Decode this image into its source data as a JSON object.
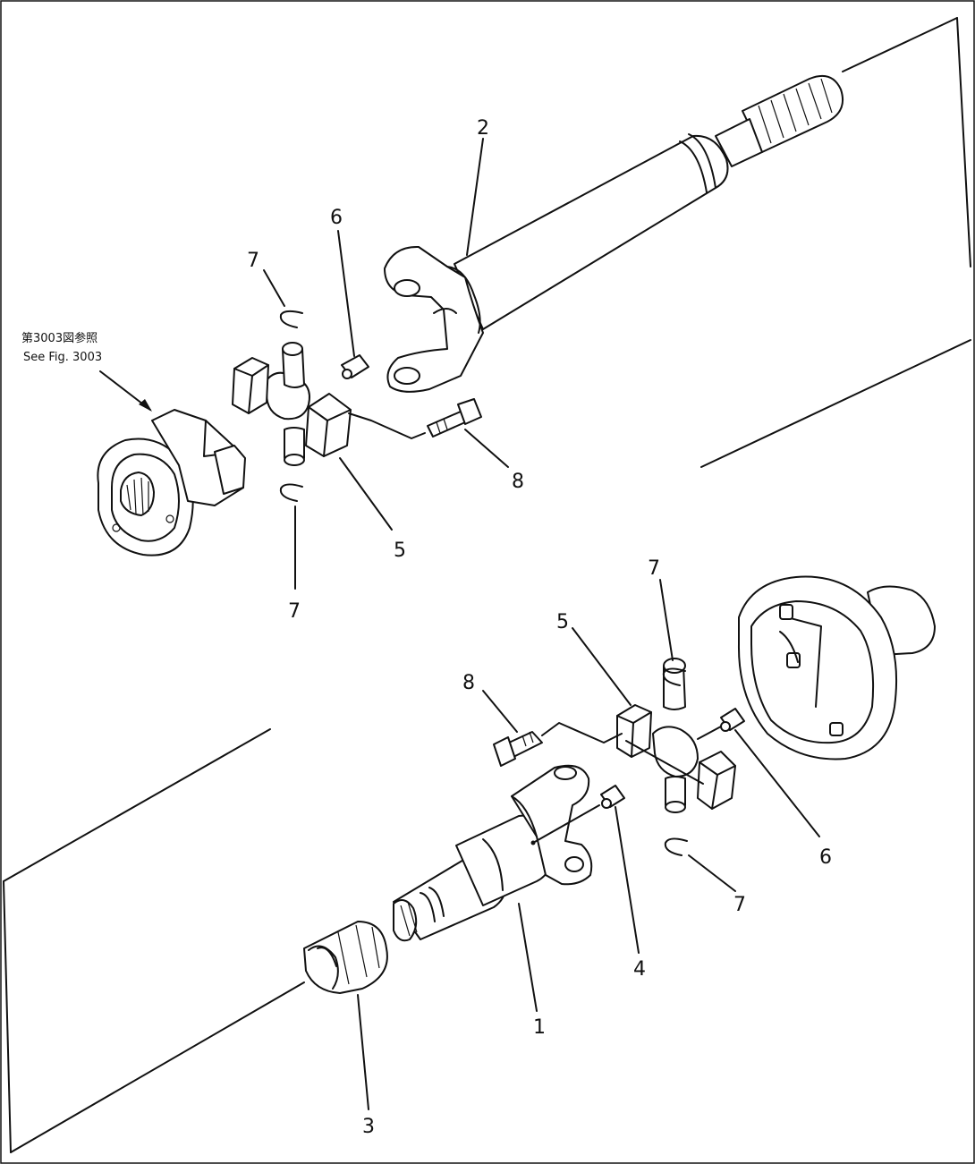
{
  "figure": {
    "reference_note": {
      "line1": "第3003図参照",
      "line2": "See Fig. 3003"
    },
    "callouts": [
      {
        "id": "callout-2-shaft",
        "text": "2"
      },
      {
        "id": "callout-6-upper",
        "text": "6"
      },
      {
        "id": "callout-7-upper-top",
        "text": "7"
      },
      {
        "id": "callout-8-upper",
        "text": "8"
      },
      {
        "id": "callout-5-upper",
        "text": "5"
      },
      {
        "id": "callout-7-upper-bottom",
        "text": "7"
      },
      {
        "id": "callout-7-lower-top",
        "text": "7"
      },
      {
        "id": "callout-5-lower",
        "text": "5"
      },
      {
        "id": "callout-8-lower",
        "text": "8"
      },
      {
        "id": "callout-6-lower",
        "text": "6"
      },
      {
        "id": "callout-4",
        "text": "4"
      },
      {
        "id": "callout-7-lower-bottom",
        "text": "7"
      },
      {
        "id": "callout-1",
        "text": "1"
      },
      {
        "id": "callout-3",
        "text": "3"
      }
    ]
  }
}
